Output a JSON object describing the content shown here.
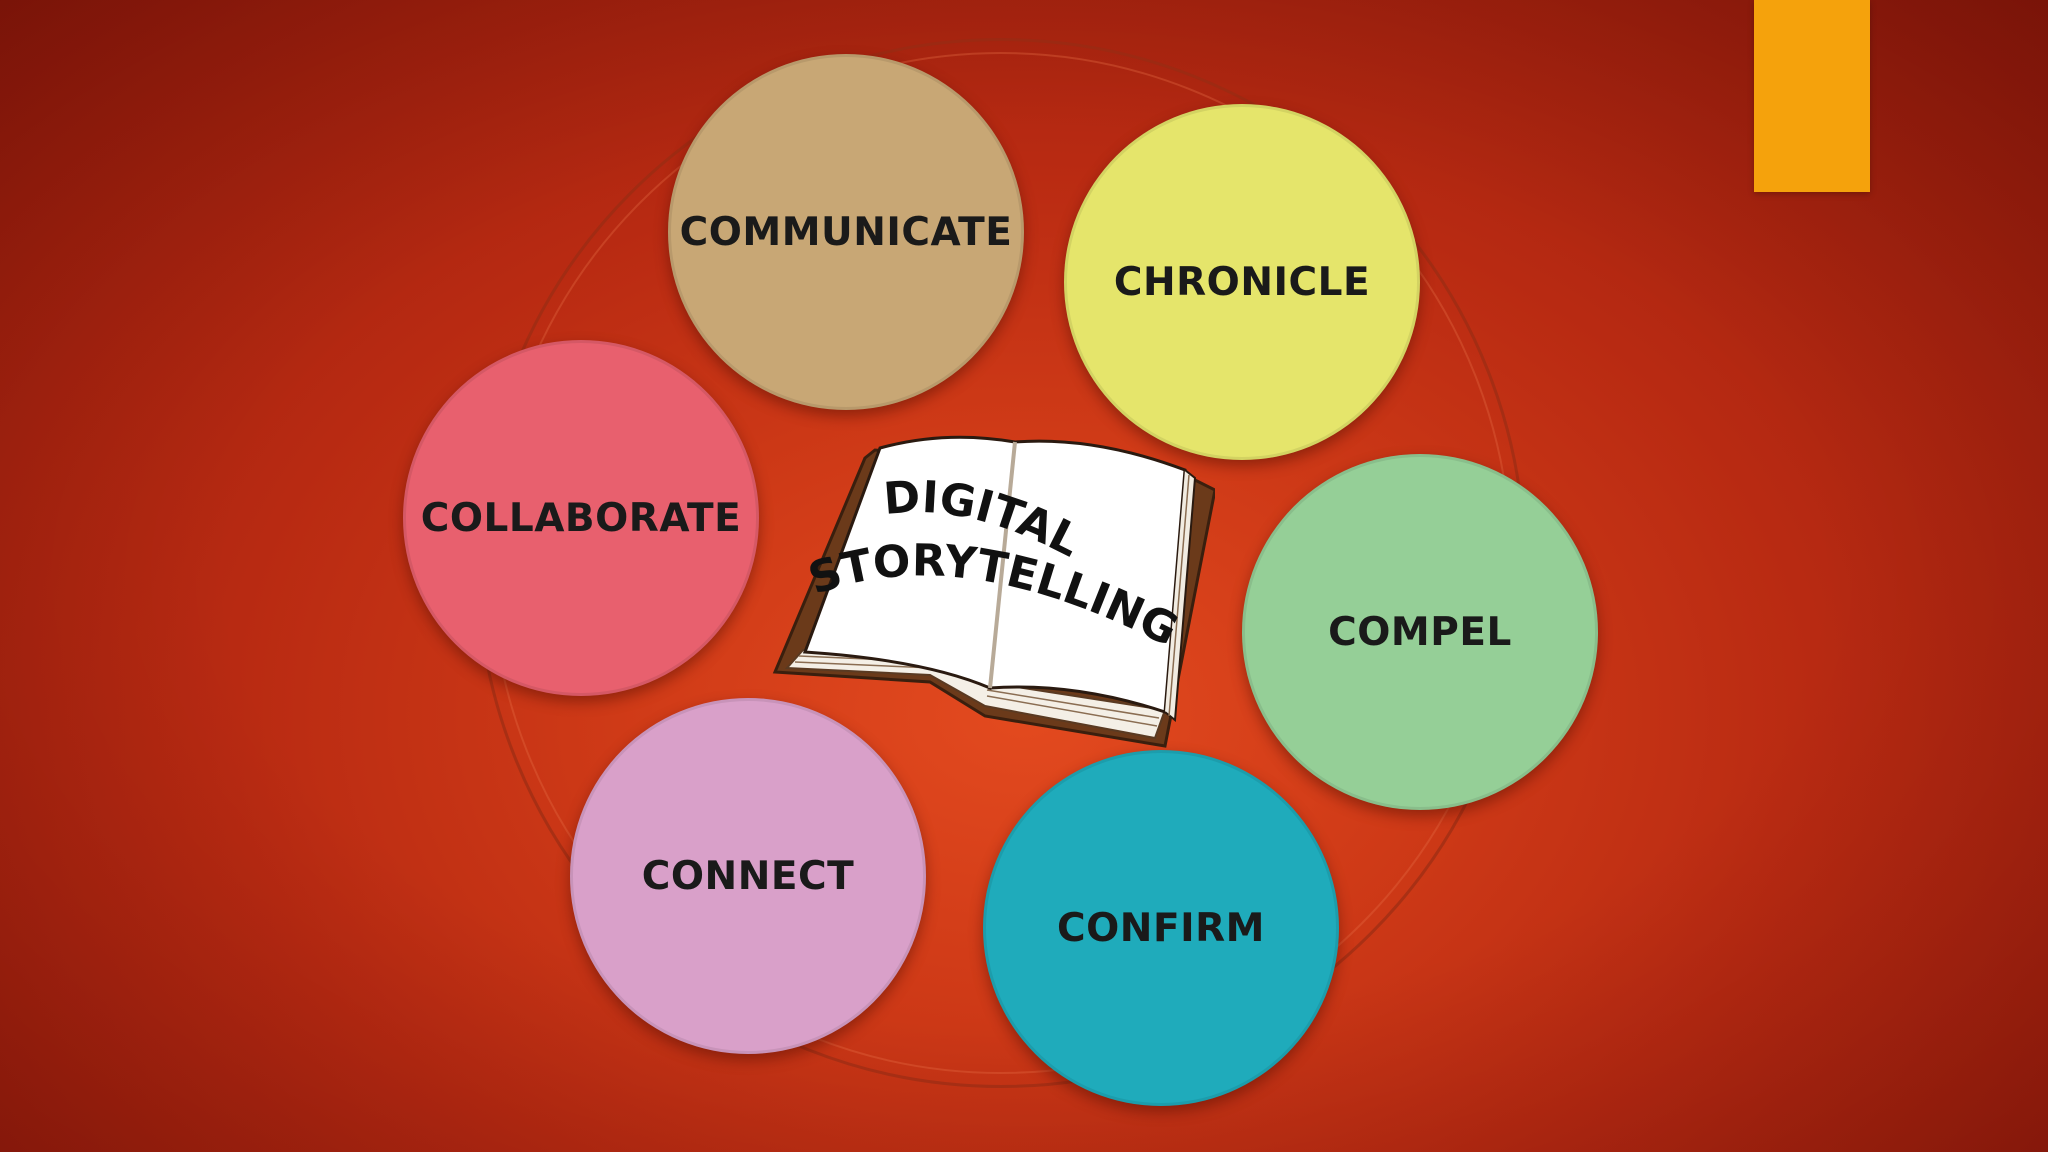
{
  "diagram": {
    "center": {
      "title_line1": "DIGITAL",
      "title_line2": "STORYTELLING"
    },
    "nodes": [
      {
        "id": "communicate",
        "label": "COMMUNICATE",
        "color": "#c8a775"
      },
      {
        "id": "chronicle",
        "label": "CHRONICLE",
        "color": "#e5e56b"
      },
      {
        "id": "collaborate",
        "label": "COLLABORATE",
        "color": "#e8606e"
      },
      {
        "id": "compel",
        "label": "COMPEL",
        "color": "#95cf97"
      },
      {
        "id": "connect",
        "label": "CONNECT",
        "color": "#d9a0c9"
      },
      {
        "id": "confirm",
        "label": "CONFIRM",
        "color": "#1fabbb"
      }
    ]
  },
  "colors": {
    "background": "#cf3a17",
    "accent_bar": "#f5a20c",
    "book_cover": "#6b3a1a",
    "page": "#ffffff"
  }
}
